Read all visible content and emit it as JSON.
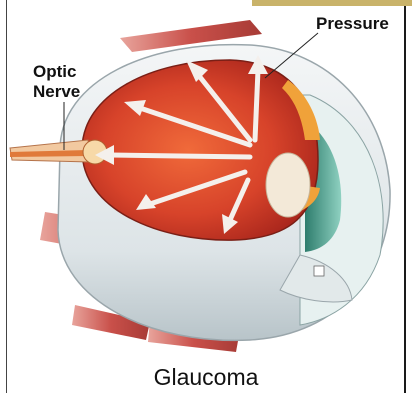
{
  "diagram": {
    "labels": {
      "pressure": "Pressure",
      "optic_line1": "Optic",
      "optic_line2": "Nerve"
    },
    "caption": "Glaucoma"
  },
  "colors": {
    "retina": "#d64a2a",
    "sclera": "#e9eef0",
    "muscle": "#c9504a",
    "arrow": "#f4f0ec",
    "iris": "#3f9c8a",
    "lens": "#f3e9d8",
    "frame_accent": "#c9b36a"
  }
}
